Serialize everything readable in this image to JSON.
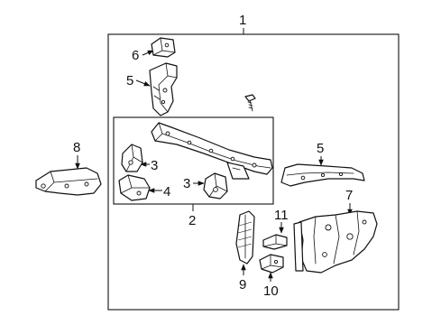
{
  "diagram": {
    "callouts": {
      "c1": "1",
      "c2": "2",
      "c3a": "3",
      "c3b": "3",
      "c4": "4",
      "c5a": "5",
      "c5b": "5",
      "c6": "6",
      "c7": "7",
      "c8": "8",
      "c9": "9",
      "c10": "10",
      "c11": "11"
    }
  }
}
